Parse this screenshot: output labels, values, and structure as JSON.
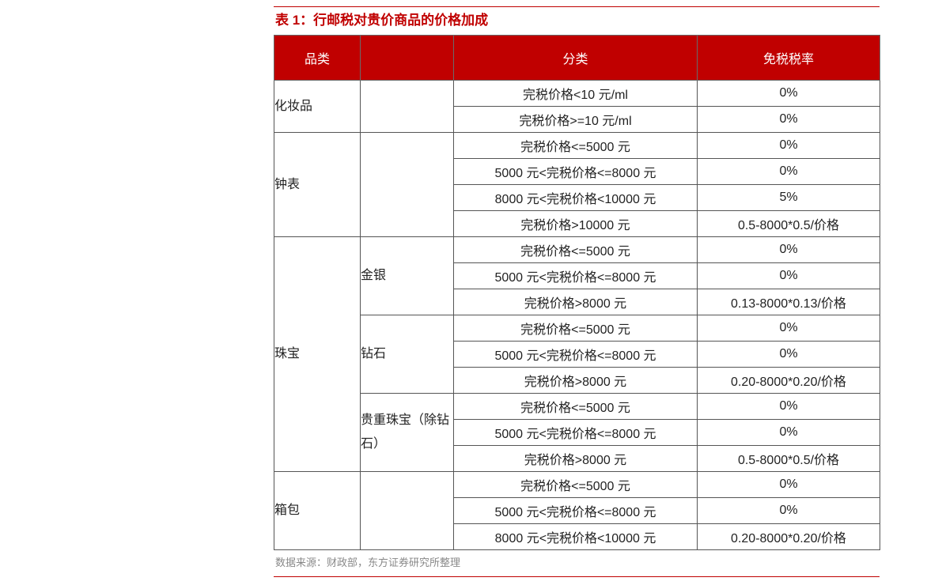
{
  "title": "表 1：行邮税对贵价商品的价格加成",
  "headers": {
    "category": "品类",
    "blank": "",
    "class": "分类",
    "rate": "免税税率"
  },
  "groups": [
    {
      "name": "化妆品",
      "subgroups": [
        {
          "name": "",
          "rows": [
            {
              "class": "完税价格<10 元/ml",
              "rate": "0%"
            },
            {
              "class": "完税价格>=10 元/ml",
              "rate": "0%"
            }
          ]
        }
      ]
    },
    {
      "name": "钟表",
      "subgroups": [
        {
          "name": "",
          "rows": [
            {
              "class": "完税价格<=5000 元",
              "rate": "0%"
            },
            {
              "class": "5000 元<完税价格<=8000 元",
              "rate": "0%"
            },
            {
              "class": "8000 元<完税价格<10000 元",
              "rate": "5%"
            },
            {
              "class": "完税价格>10000 元",
              "rate": "0.5-8000*0.5/价格"
            }
          ]
        }
      ]
    },
    {
      "name": "珠宝",
      "subgroups": [
        {
          "name": "金银",
          "rows": [
            {
              "class": "完税价格<=5000 元",
              "rate": "0%"
            },
            {
              "class": "5000 元<完税价格<=8000 元",
              "rate": "0%"
            },
            {
              "class": "完税价格>8000 元",
              "rate": "0.13-8000*0.13/价格"
            }
          ]
        },
        {
          "name": "钻石",
          "rows": [
            {
              "class": "完税价格<=5000 元",
              "rate": "0%"
            },
            {
              "class": "5000 元<完税价格<=8000 元",
              "rate": "0%"
            },
            {
              "class": "完税价格>8000 元",
              "rate": "0.20-8000*0.20/价格"
            }
          ]
        },
        {
          "name": "贵重珠宝（除钻石）",
          "rows": [
            {
              "class": "完税价格<=5000 元",
              "rate": "0%"
            },
            {
              "class": "5000 元<完税价格<=8000 元",
              "rate": "0%"
            },
            {
              "class": "完税价格>8000 元",
              "rate": "0.5-8000*0.5/价格"
            }
          ]
        }
      ]
    },
    {
      "name": "箱包",
      "subgroups": [
        {
          "name": "",
          "rows": [
            {
              "class": "完税价格<=5000 元",
              "rate": "0%"
            },
            {
              "class": "5000 元<完税价格<=8000 元",
              "rate": "0%"
            },
            {
              "class": "8000 元<完税价格<10000 元",
              "rate": "0.20-8000*0.20/价格"
            }
          ]
        }
      ]
    }
  ],
  "source_note": "数据来源：财政部，东方证券研究所整理"
}
